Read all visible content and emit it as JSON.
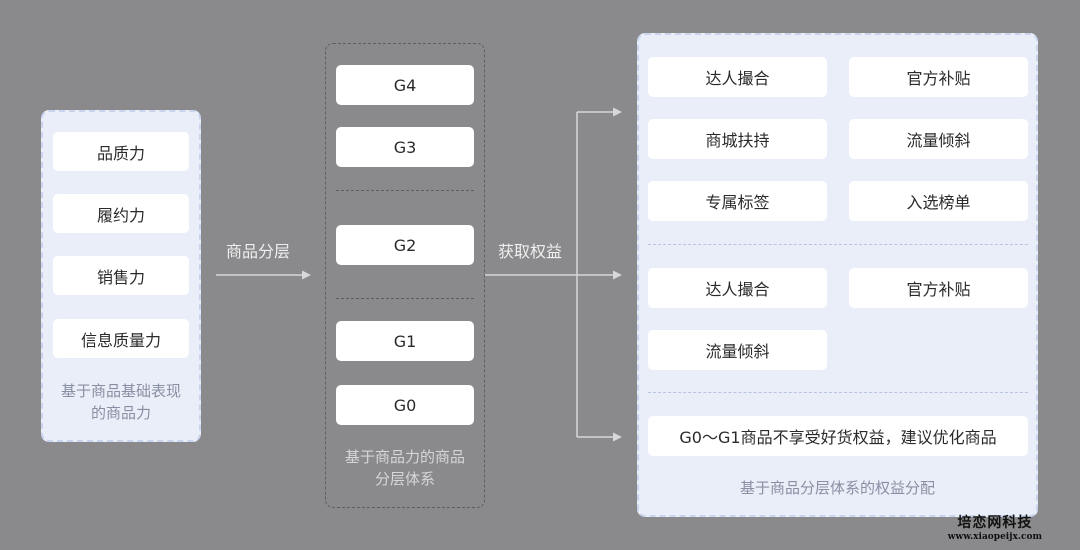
{
  "left_panel": {
    "items": [
      "品质力",
      "履约力",
      "销售力",
      "信息质量力"
    ],
    "caption": [
      "基于商品基础表现",
      "的商品力"
    ]
  },
  "arrow1_label": "商品分层",
  "middle_panel": {
    "groups": [
      [
        "G4",
        "G3"
      ],
      [
        "G2"
      ],
      [
        "G1",
        "G0"
      ]
    ],
    "caption": [
      "基于商品力的商品",
      "分层体系"
    ]
  },
  "arrow2_label": "获取权益",
  "right_panel": {
    "group1": [
      "达人撮合",
      "官方补贴",
      "商城扶持",
      "流量倾斜",
      "专属标签",
      "入选榜单"
    ],
    "group2": [
      "达人撮合",
      "官方补贴",
      "流量倾斜"
    ],
    "group3": [
      "G0～G1商品不享受好货权益，建议优化商品"
    ],
    "caption": "基于商品分层体系的权益分配"
  },
  "watermark": {
    "name": "培恋网科技",
    "url": "www.xiaopeijx.com"
  }
}
